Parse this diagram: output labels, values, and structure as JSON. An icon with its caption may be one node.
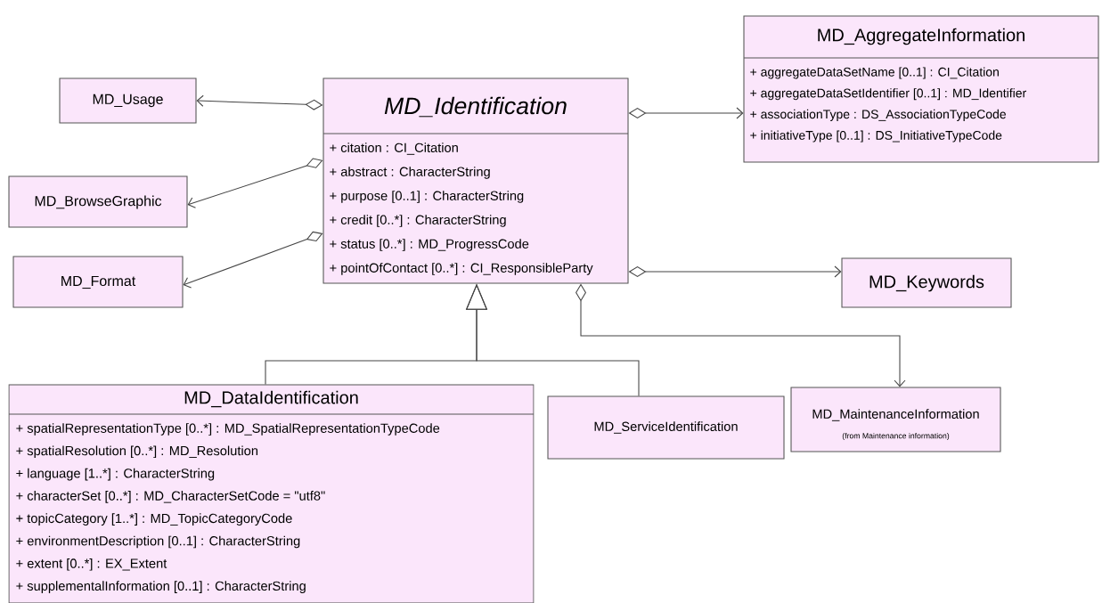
{
  "diagram": {
    "nodes": [
      {
        "text": [
          "MD_Identification",
          "+ citation : CI_Citation",
          "+ abstract : CharacterString",
          "+ purpose [0..1] : CharacterString",
          "+ credit [0..*] : CharacterString",
          "+ status [0..*] : MD_ProgressCode",
          "+ pointOfContact [0..*] : CI_ResponsibleParty"
        ]
      },
      {
        "text": [
          "MD_AggregateInformation",
          "+ aggregateDataSetName [0..1] : CI_Citation",
          "+ aggregateDataSetIdentifier [0..1] : MD_Identifier",
          "+ associationType : DS_AssociationTypeCode",
          "+ initiativeType [0..1] : DS_InitiativeTypeCode"
        ]
      },
      {
        "text": [
          "MD_Usage"
        ]
      },
      {
        "text": [
          "MD_BrowseGraphic"
        ]
      },
      {
        "text": [
          "MD_Format"
        ]
      },
      {
        "text": [
          "MD_Keywords"
        ]
      },
      {
        "text": [
          "MD_DataIdentification",
          "+ spatialRepresentationType [0..*] : MD_SpatialRepresentationTypeCode",
          "+ spatialResolution [0..*] : MD_Resolution",
          "+ language [1..*] : CharacterString",
          "+ characterSet [0..*] : MD_CharacterSetCode = \"utf8\"",
          "+ topicCategory [1..*] : MD_TopicCategoryCode",
          "+ environmentDescription  [0..1] : CharacterString",
          "+ extent [0..*] : EX_Extent",
          "+ supplementalInformation [0..1] : CharacterString"
        ]
      },
      {
        "text": [
          "MD_ServiceIdentification"
        ]
      },
      {
        "text": [
          "MD_MaintenanceInformation",
          "(from Maintenance information)"
        ]
      }
    ],
    "edges": [
      {
        "from": 0,
        "to": 2,
        "arrow": "to"
      },
      {
        "from": 0,
        "to": 3,
        "arrow": "to"
      },
      {
        "from": 0,
        "to": 4,
        "arrow": "to"
      },
      {
        "from": 0,
        "to": 1,
        "arrow": "to"
      },
      {
        "from": 0,
        "to": 5,
        "arrow": "to"
      },
      {
        "from": 0,
        "to": 8,
        "arrow": "to"
      },
      {
        "from": 6,
        "to": 0,
        "arrow": "to"
      },
      {
        "from": 7,
        "to": 0,
        "arrow": "to"
      }
    ]
  }
}
